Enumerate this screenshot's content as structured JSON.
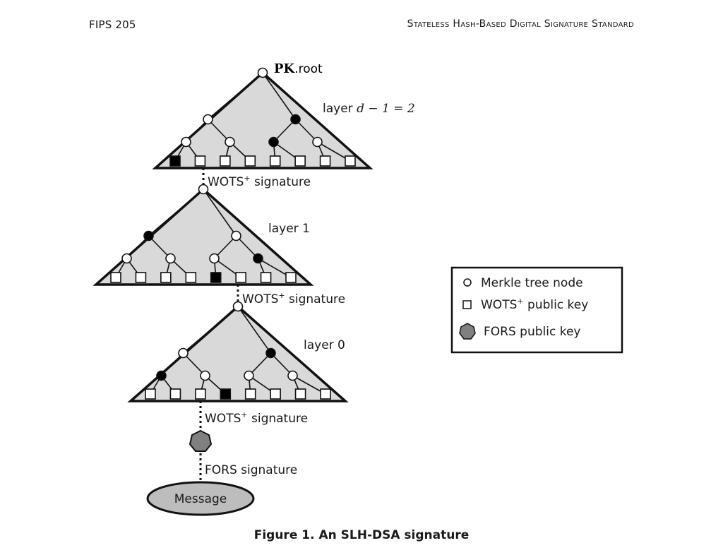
{
  "header": {
    "left": "FIPS 205",
    "right": "Stateless Hash-Based Digital Signature Standard"
  },
  "diagram": {
    "root_label_bold": "PK",
    "root_label_rest": ".root",
    "layers": [
      {
        "label_prefix": "layer ",
        "label_math": "d − 1 = 2"
      },
      {
        "label_prefix": "layer 1",
        "label_math": ""
      },
      {
        "label_prefix": "layer 0",
        "label_math": ""
      }
    ],
    "wots_sig_label": "WOTS",
    "wots_sig_sup": "+",
    "wots_sig_suffix": " signature",
    "fors_sig_label": "FORS signature",
    "message_label": "Message"
  },
  "legend": {
    "items": [
      {
        "icon": "circle",
        "label": "Merkle tree node"
      },
      {
        "icon": "square",
        "label": "WOTS",
        "sup": "+",
        "suffix": " public key"
      },
      {
        "icon": "heptagon",
        "label": "FORS public key"
      }
    ]
  },
  "caption": "Figure 1. An SLH-DSA signature",
  "colors": {
    "triangle_fill": "#d9d9d9",
    "filled_node": "#000000",
    "fors_fill": "#808080",
    "message_fill": "#bdbdbd"
  }
}
